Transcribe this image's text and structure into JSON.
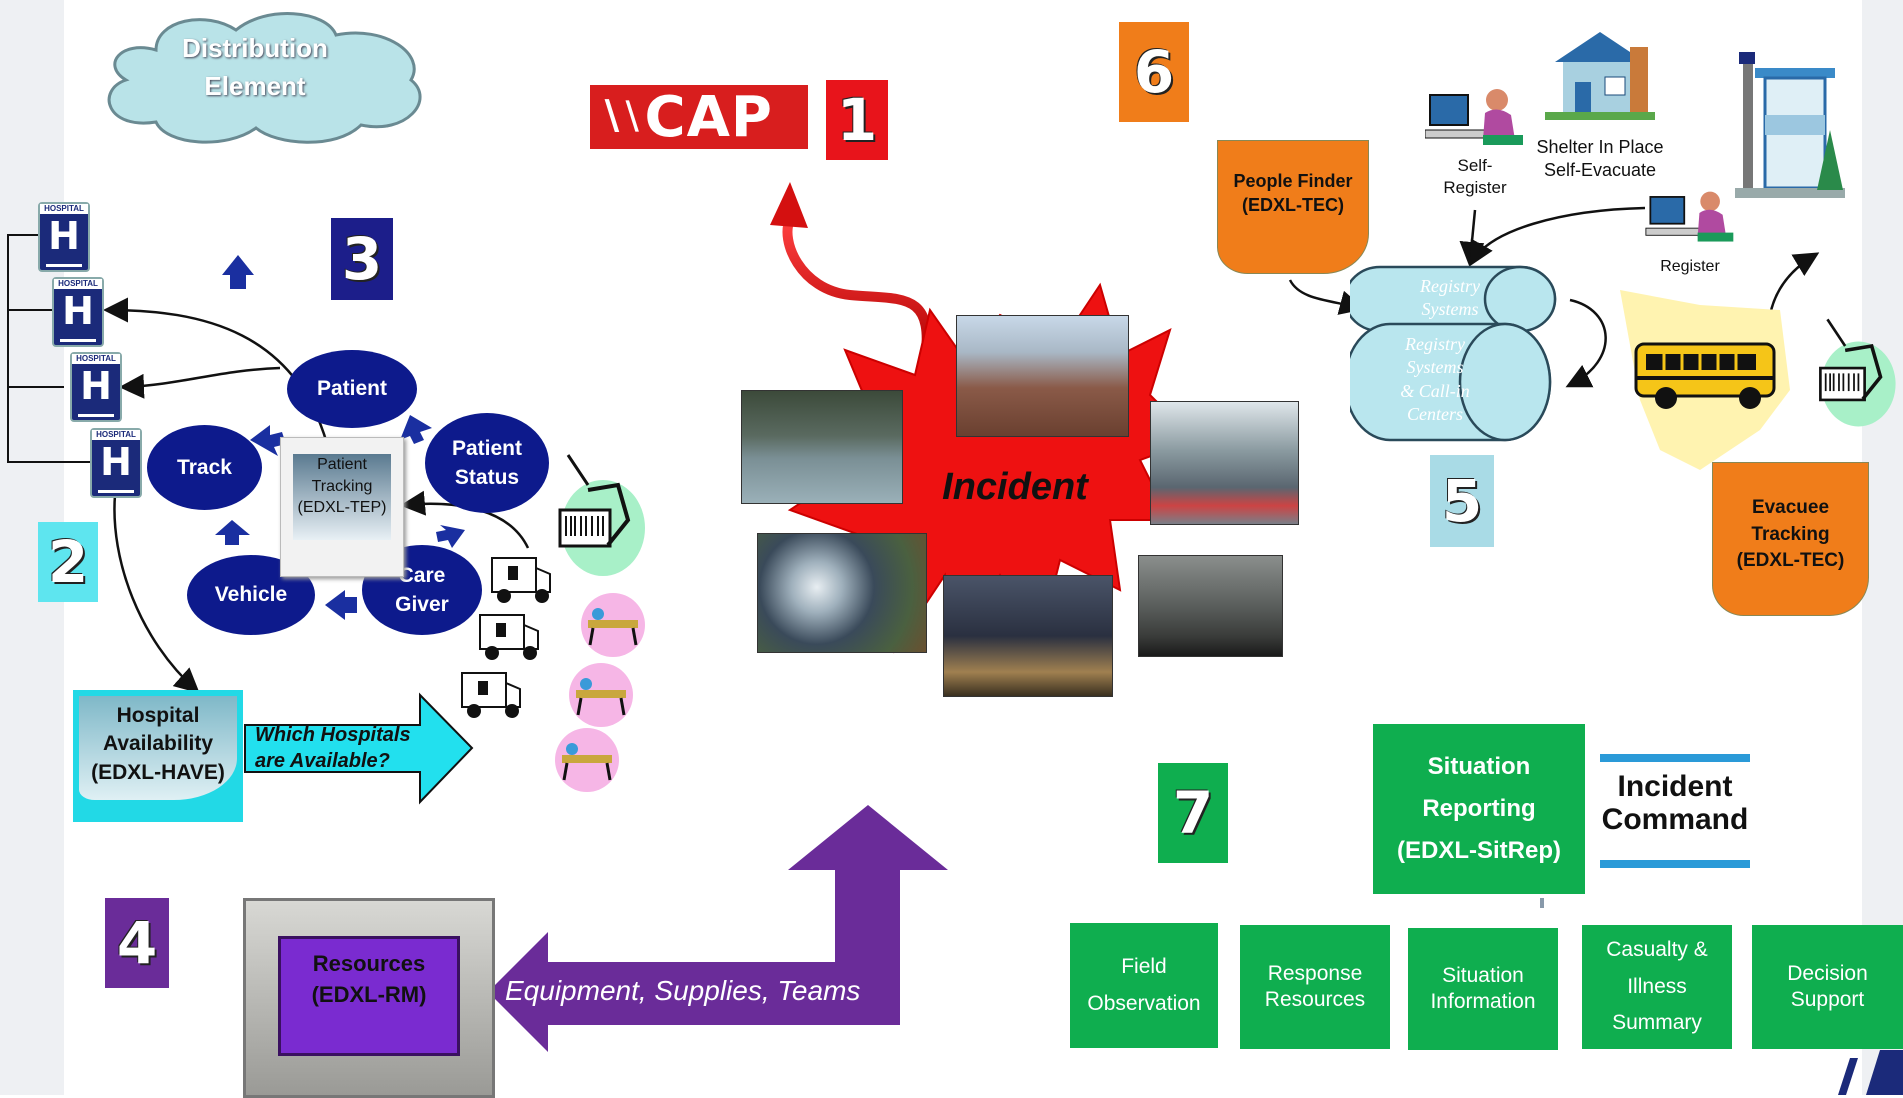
{
  "distribution_element": "Distribution\nElement",
  "cap_logo": "CAP",
  "numbers": {
    "n1": "1",
    "n2": "2",
    "n3": "3",
    "n4": "4",
    "n5": "5",
    "n6": "6",
    "n7": "7"
  },
  "hospital_label": "HOSPITAL",
  "hospital_letter": "H",
  "cycle": {
    "patient": "Patient",
    "patient_status": "Patient\nStatus",
    "care_giver": "Care\nGiver",
    "vehicle": "Vehicle",
    "track": "Track",
    "patient_tracking": "Patient\nTracking\n(EDXL-TEP)"
  },
  "hospital_availability": "Hospital\nAvailability\n(EDXL-HAVE)",
  "which_hospitals": "Which Hospitals\nare Available?",
  "incident": "Incident",
  "resources": "Resources\n(EDXL-RM)",
  "equipment_arrow": "Equipment, Supplies, Teams",
  "people_finder": "People Finder\n(EDXL-TEC)",
  "self_register": "Self-\nRegister",
  "shelter": "Shelter In Place\nSelf-Evacuate",
  "register": "Register",
  "registry_top": "Registry\nSystems",
  "registry_bottom": "Registry\nSystems\n& Call-in\nCenters",
  "evacuee_tracking": "Evacuee Tracking\n(EDXL-TEC)",
  "situation_reporting": "Situation\nReporting\n(EDXL-SitRep)",
  "incident_command": "Incident\nCommand",
  "sitrep_boxes": {
    "field": "Field\nObservation",
    "response": "Response\nResources",
    "situation": "Situation\nInformation",
    "casualty": "Casualty &\nIllness\nSummary",
    "decision": "Decision\nSupport"
  },
  "colors": {
    "navy": "#0d1a8c",
    "green": "#0fae4f",
    "orange": "#f07d1a",
    "purple": "#6a2c99",
    "cyan": "#22d9e6",
    "red": "#e01010"
  }
}
